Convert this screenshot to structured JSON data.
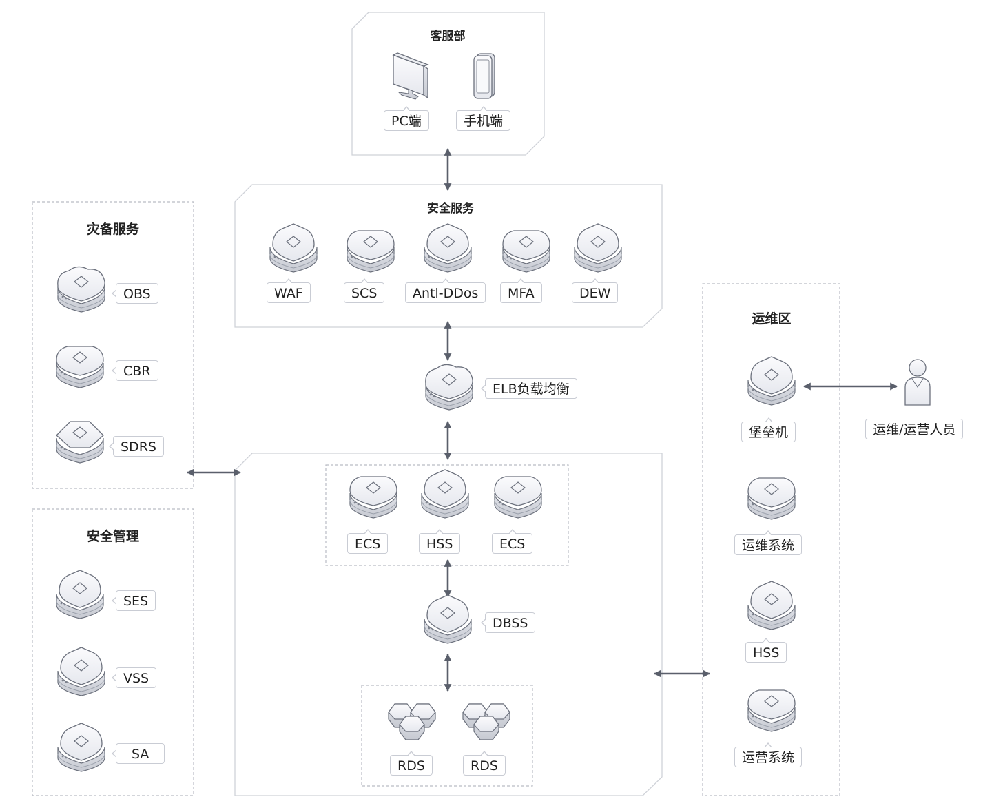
{
  "groups": {
    "customer_service": {
      "title": "客服部",
      "pc": "PC端",
      "mobile": "手机端"
    },
    "security_services": {
      "title": "安全服务",
      "items": [
        "WAF",
        "SCS",
        "Antl-DDos",
        "MFA",
        "DEW"
      ]
    },
    "disaster_recovery": {
      "title": "灾备服务",
      "items": [
        "OBS",
        "CBR",
        "SDRS"
      ]
    },
    "security_management": {
      "title": "安全管理",
      "items": [
        "SES",
        "VSS",
        "SA"
      ]
    },
    "ops_zone": {
      "title": "运维区",
      "items": [
        "堡垒机",
        "运维系统",
        "HSS",
        "运营系统"
      ]
    },
    "core": {
      "elb": "ELB负载均衡",
      "compute": [
        "ECS",
        "HSS",
        "ECS"
      ],
      "dbss": "DBSS",
      "rds": [
        "RDS",
        "RDS"
      ]
    },
    "person": "运维/运营人员"
  },
  "colors": {
    "arrow": "#5a5f6b",
    "border": "#cfd2d8",
    "icon_top": "#f4f5f8",
    "icon_side": "#d9dce3",
    "icon_line": "#6c717d"
  }
}
